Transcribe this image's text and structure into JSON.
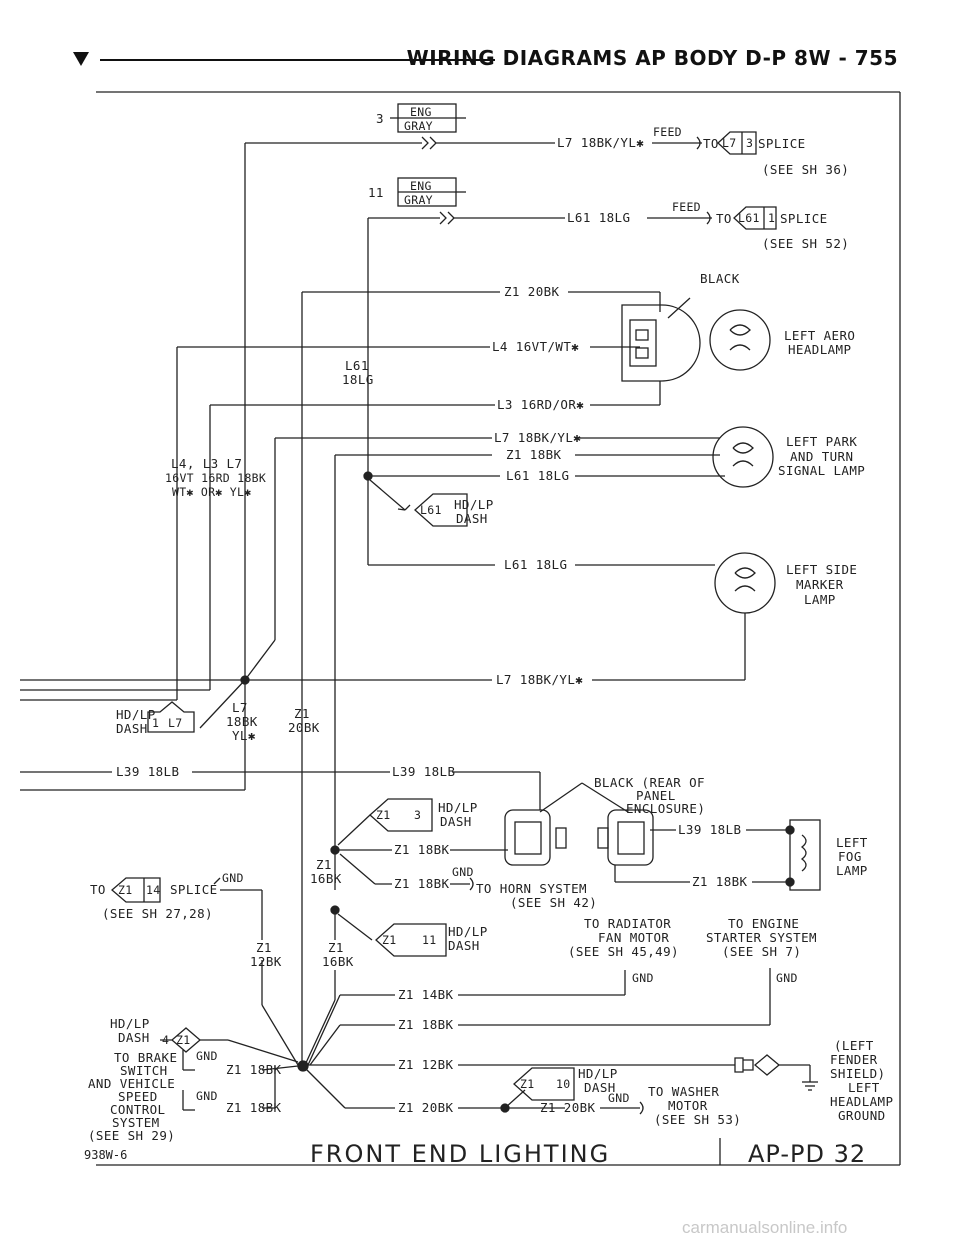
{
  "header": {
    "title": "WIRING DIAGRAMS AP BODY D-P    8W - 755"
  },
  "connectors": {
    "c3": {
      "num": "3",
      "name": "ENG",
      "color": "GRAY"
    },
    "c11": {
      "num": "11",
      "name": "ENG",
      "color": "GRAY"
    },
    "black_top": "BLACK",
    "black_rear_1": "BLACK (REAR OF",
    "black_rear_2": "PANEL",
    "black_rear_3": "ENCLOSURE)"
  },
  "wires": {
    "l7_top": "L7 18BK/YL✱",
    "l61_top": "L61 18LG",
    "z1_20bk": "Z1 20BK",
    "l4": "L4 16VT/WT✱",
    "l61_vert_1": "L61",
    "l61_vert_2": "18LG",
    "l3": "L3 16RD/OR✱",
    "l7_park": "L7 18BK/YL✱",
    "z1_park": "Z1 18BK",
    "l61_park": "L61 18LG",
    "l61_side": "L61 18LG",
    "l7_bottom": "L7 18BK/YL✱",
    "left_bundle_1": "L4, L3 L7",
    "left_bundle_2": "16VT 16RD 18BK",
    "left_bundle_3": "WT✱ OR✱ YL✱",
    "l7_dash_1": "L7",
    "l7_dash_2": "18BK",
    "l7_dash_3": "YL✱",
    "z1_dash_1": "Z1",
    "z1_dash_2": "20BK",
    "l39_left": "L39 18LB",
    "l39_mid": "L39 18LB",
    "l39_fog": "L39 18LB",
    "z1_18bk_a": "Z1 18BK",
    "z1_16bk_1": "Z1",
    "z1_16bk_2": "16BK",
    "z1_18bk_horn": "Z1 18BK",
    "z1_18bk_fog": "Z1 18BK",
    "z1_12bk_1": "Z1",
    "z1_12bk_2": "12BK",
    "z1_16bk_b_1": "Z1",
    "z1_16bk_b_2": "16BK",
    "z1_14bk": "Z1 14BK",
    "z1_18bk_b": "Z1 18BK",
    "z1_12bk": "Z1 12BK",
    "z1_20bk_b": "Z1 20BK",
    "z1_20bk_c": "Z1 20BK",
    "z1_18bk_brake": "Z1 18BK",
    "z1_18bk_speed": "Z1 18BK"
  },
  "refs": {
    "feed_l7": "FEED",
    "to_l7_splice_pre": "TO",
    "to_l7_splice_tag": "L7",
    "to_l7_splice_num": "3",
    "to_l7_splice_post": "SPLICE",
    "see_sh36": "(SEE SH 36)",
    "feed_l61": "FEED",
    "to_l61_splice_pre": "TO",
    "to_l61_splice_tag": "L61",
    "to_l61_splice_num": "1",
    "to_l61_splice_post": "SPLICE",
    "see_sh52": "(SEE SH 52)",
    "hdlp_l61_tag": "L61",
    "hdlp_l61_1": "HD/LP",
    "hdlp_l61_2": "DASH",
    "hdlp_l7_1": "HD/LP",
    "hdlp_l7_2": "DASH",
    "hdlp_l7_num": "1",
    "hdlp_l7_tag": "L7",
    "z1_3_tag": "Z1",
    "z1_3_num": "3",
    "z1_3_1": "HD/LP",
    "z1_3_2": "DASH",
    "to_z1_14_pre": "TO",
    "to_z1_14_tag": "Z1",
    "to_z1_14_num": "14",
    "to_z1_14_post": "SPLICE",
    "gnd_z1_14": "GND",
    "see_sh27": "(SEE SH 27,28)",
    "gnd_horn": "GND",
    "to_horn": "TO HORN SYSTEM",
    "see_sh42": "(SEE SH 42)",
    "z1_11_tag": "Z1",
    "z1_11_num": "11",
    "z1_11_1": "HD/LP",
    "z1_11_2": "DASH",
    "radiator_1": "TO RADIATOR",
    "radiator_2": "FAN MOTOR",
    "radiator_3": "(SEE SH 45,49)",
    "starter_1": "TO ENGINE",
    "starter_2": "STARTER SYSTEM",
    "starter_3": "(SEE SH 7)",
    "gnd_rad": "GND",
    "gnd_start": "GND",
    "hdlp_4_1": "HD/LP",
    "hdlp_4_2": "DASH",
    "hdlp_4_num": "4",
    "hdlp_4_tag": "Z1",
    "brake_1": "TO BRAKE",
    "brake_2": "SWITCH",
    "brake_3": "AND VEHICLE",
    "brake_4": "SPEED",
    "brake_5": "CONTROL",
    "brake_6": "SYSTEM",
    "brake_7": "(SEE SH 29)",
    "gnd_brake": "GND",
    "gnd_speed": "GND",
    "z1_10_tag": "Z1",
    "z1_10_num": "10",
    "z1_10_1": "HD/LP",
    "z1_10_2": "DASH",
    "gnd_washer": "GND",
    "washer_1": "TO WASHER",
    "washer_2": "MOTOR",
    "washer_3": "(SEE SH 53)",
    "fender_1": "(LEFT",
    "fender_2": "FENDER",
    "fender_3": "SHIELD)",
    "fender_4": "LEFT",
    "fender_5": "HEADLAMP",
    "fender_6": "GROUND"
  },
  "components": {
    "aero_1": "LEFT AERO",
    "aero_2": "HEADLAMP",
    "park_1": "LEFT PARK",
    "park_2": "AND TURN",
    "park_3": "SIGNAL LAMP",
    "side_1": "LEFT SIDE",
    "side_2": "MARKER",
    "side_3": "LAMP",
    "fog_1": "LEFT",
    "fog_2": "FOG",
    "fog_3": "LAMP"
  },
  "footer": {
    "code": "938W-6",
    "title": "FRONT END LIGHTING",
    "page": "AP-PD 32"
  },
  "watermark": "carmanualsonline.info",
  "colors": {
    "ink": "#222222",
    "paper": "#ffffff",
    "watermark": "#c8c8c8"
  }
}
